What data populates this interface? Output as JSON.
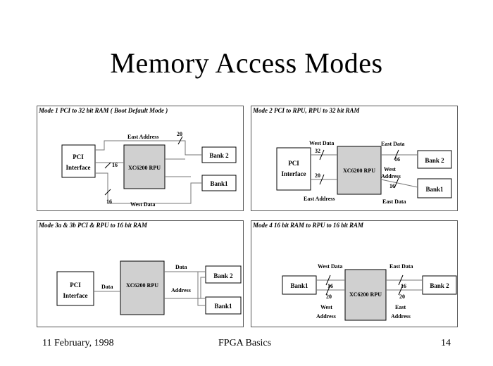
{
  "title": "Memory Access Modes",
  "footer": {
    "date": "11 February, 1998",
    "subject": "FPGA Basics",
    "page": "14"
  },
  "panels": [
    {
      "caption": "Mode 1  PCI to 32 bit RAM  ( Boot Default Mode )",
      "pci": [
        "PCI",
        "Interface"
      ],
      "rpu": "XC6200 RPU",
      "bank2": "Bank 2",
      "bank1": "Bank1",
      "east_address": "East Address",
      "west_data": "West Data",
      "w20": "20",
      "w16a": "16",
      "w16b": "16"
    },
    {
      "caption": "Mode 2  PCI to RPU,  RPU to 32 bit RAM",
      "pci": [
        "PCI",
        "Interface"
      ],
      "rpu": "XC6200 RPU",
      "bank2": "Bank 2",
      "bank1": "Bank1",
      "west_data": "West Data",
      "east_address_bottom": "East Address",
      "east_data_top": "East Data",
      "east_data_bottom": "East Data",
      "west_address": [
        "West",
        "Address"
      ],
      "w32": "32",
      "w20": "20",
      "w16a": "16",
      "w16b": "16"
    },
    {
      "caption": "Mode 3a & 3b  PCI & RPU to 16 bit RAM",
      "pci": [
        "PCI",
        "Interface"
      ],
      "rpu": "XC6200 RPU",
      "bank2": "Bank 2",
      "bank1": "Bank1",
      "data_left": "Data",
      "data_top": "Data",
      "address": "Address"
    },
    {
      "caption": "Mode 4    16 bit RAM to RPU to 16 bit RAM",
      "rpu": "XC6200 RPU",
      "bank1": "Bank1",
      "bank2": "Bank 2",
      "west_data": "West Data",
      "east_data": "East Data",
      "w16a": "16",
      "w20a": "20",
      "w16b": "16",
      "w20b": "20",
      "west_address": [
        "West",
        "Address"
      ],
      "east_address": [
        "East",
        "Address"
      ]
    }
  ]
}
